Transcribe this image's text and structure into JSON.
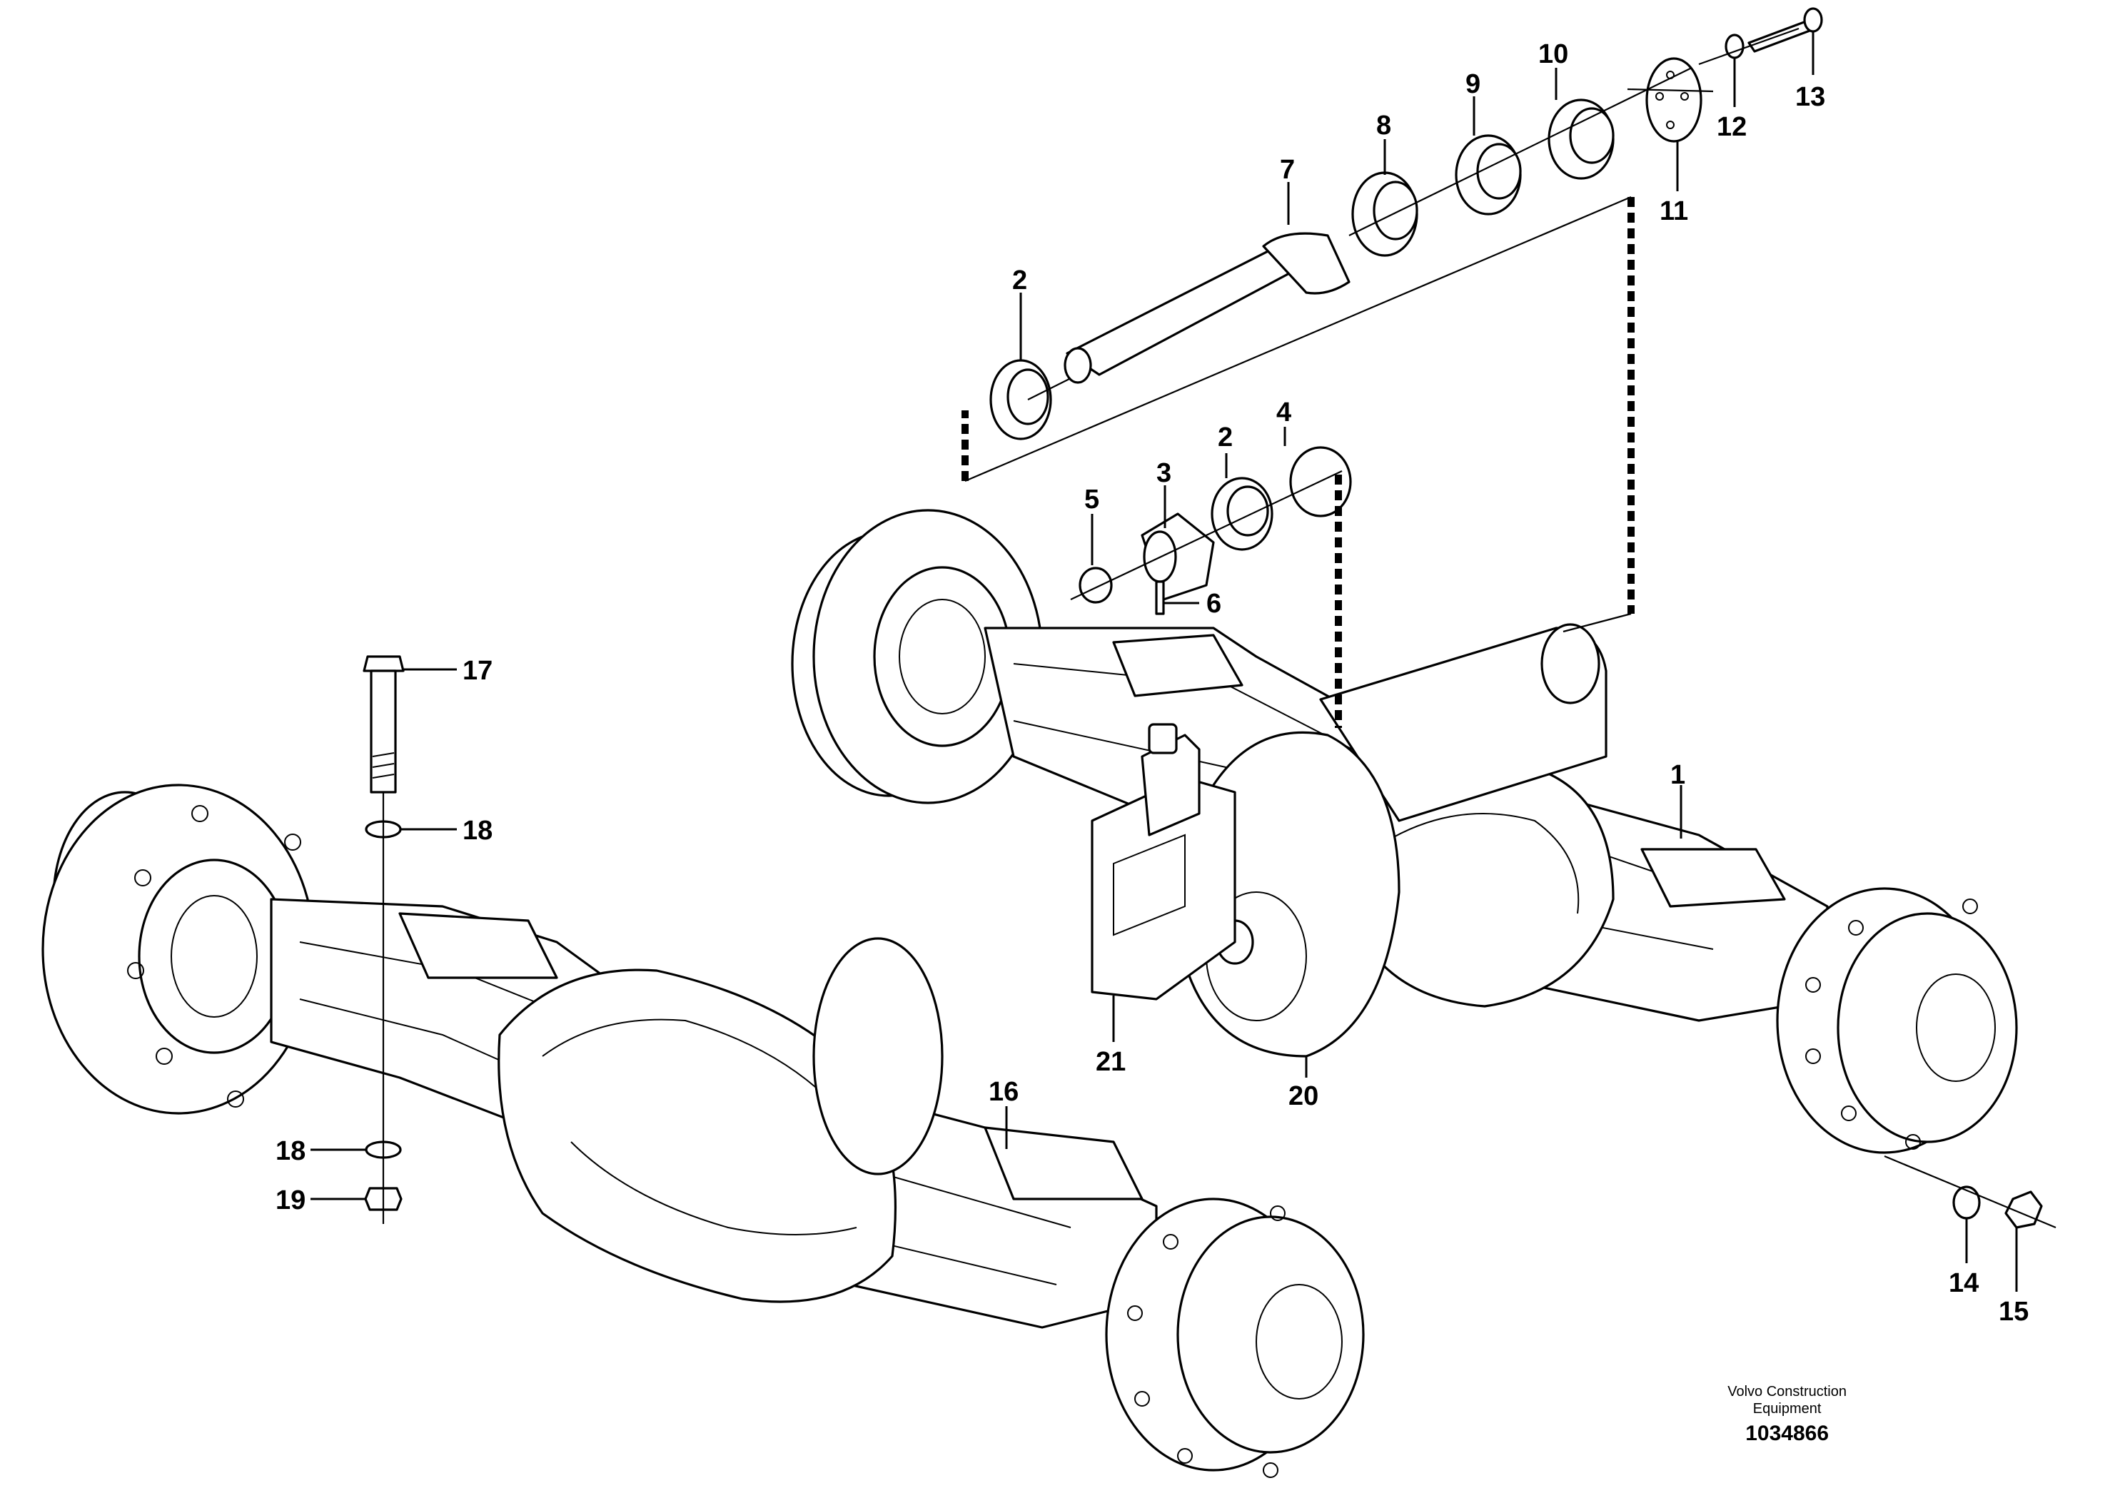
{
  "diagram": {
    "callouts": {
      "c1": "1",
      "c2a": "2",
      "c2b": "2",
      "c3": "3",
      "c4": "4",
      "c5": "5",
      "c6": "6",
      "c7": "7",
      "c8": "8",
      "c9": "9",
      "c10": "10",
      "c11": "11",
      "c12": "12",
      "c13": "13",
      "c14": "14",
      "c15": "15",
      "c16": "16",
      "c17": "17",
      "c18a": "18",
      "c18b": "18",
      "c19": "19",
      "c20": "20",
      "c21": "21"
    }
  },
  "footer": {
    "company_line1": "Volvo Construction",
    "company_line2": "Equipment",
    "drawing_number": "1034866"
  }
}
